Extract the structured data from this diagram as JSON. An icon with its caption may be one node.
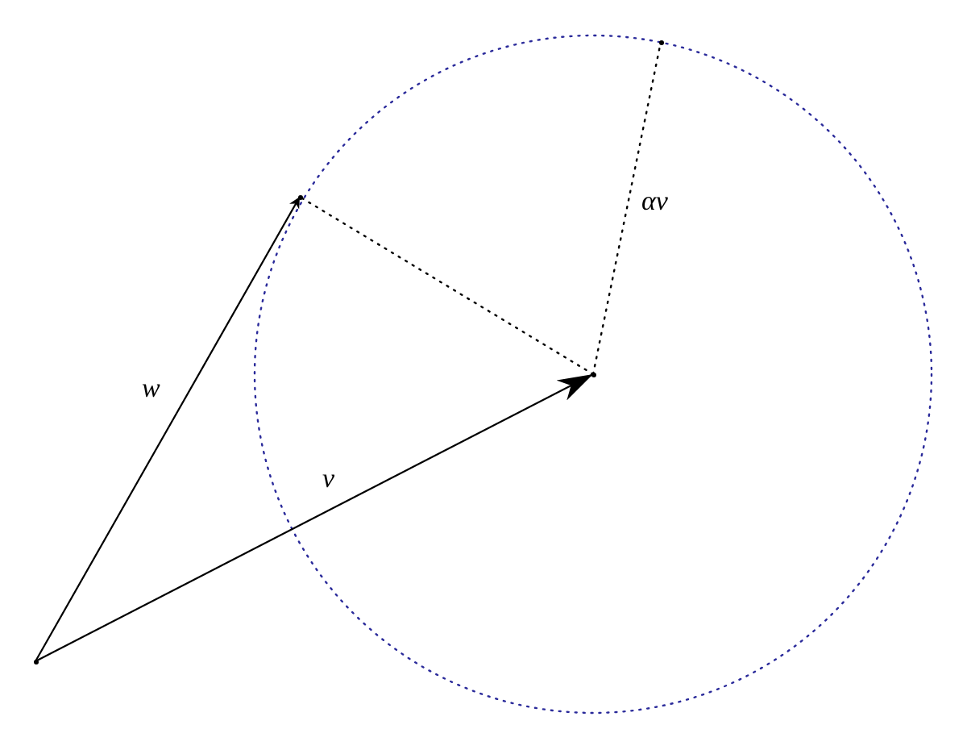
{
  "diagram": {
    "nodes": [
      {
        "text": [],
        "shape": "point"
      },
      {
        "text": [],
        "shape": "point"
      },
      {
        "text": [],
        "shape": "point"
      },
      {
        "text": [],
        "shape": "point"
      }
    ],
    "edges": [
      {
        "from": 0,
        "to": 1,
        "arrow": "to",
        "label": "v"
      },
      {
        "from": 0,
        "to": 2,
        "arrow": "to",
        "label": "w"
      },
      {
        "from": 1,
        "to": 3,
        "arrow": "none",
        "label": "αv",
        "style": "dashed"
      },
      {
        "from": 1,
        "to": 2,
        "arrow": "none",
        "style": "dashed"
      }
    ]
  }
}
